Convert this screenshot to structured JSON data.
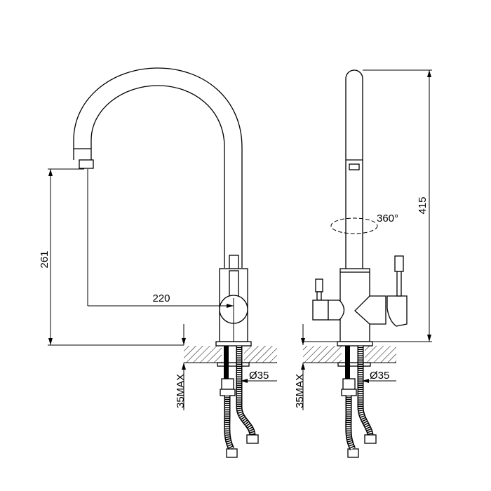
{
  "title": "Kitchen faucet technical drawing",
  "front_view": {
    "dim_reach": "220",
    "dim_height": "261",
    "dim_hole": "Ø35",
    "dim_counter": "35MAX"
  },
  "side_view": {
    "dim_total_height": "415",
    "rotation": "360°",
    "dim_hole": "Ø35",
    "dim_counter": "35MAX"
  }
}
